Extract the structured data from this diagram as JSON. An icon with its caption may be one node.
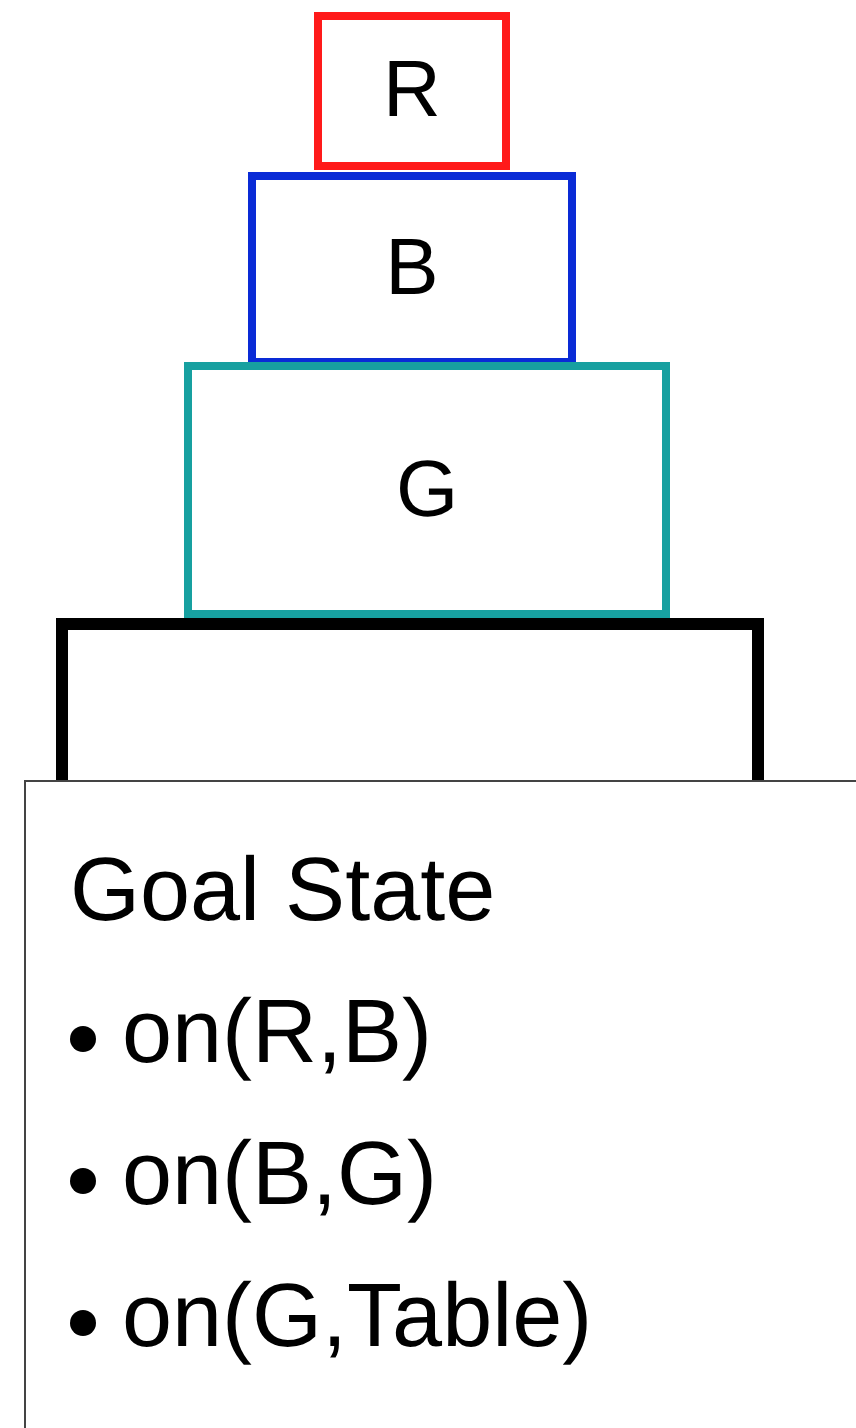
{
  "diagram": {
    "nodes": [
      {
        "text": [
          "R"
        ]
      },
      {
        "text": [
          "B"
        ]
      },
      {
        "text": [
          "G"
        ]
      },
      {
        "text": [],
        "shape": "box"
      },
      {
        "text": [
          "Goal State",
          "on(R,B)",
          "on(B,G)",
          "on(G,Table)"
        ]
      }
    ]
  }
}
